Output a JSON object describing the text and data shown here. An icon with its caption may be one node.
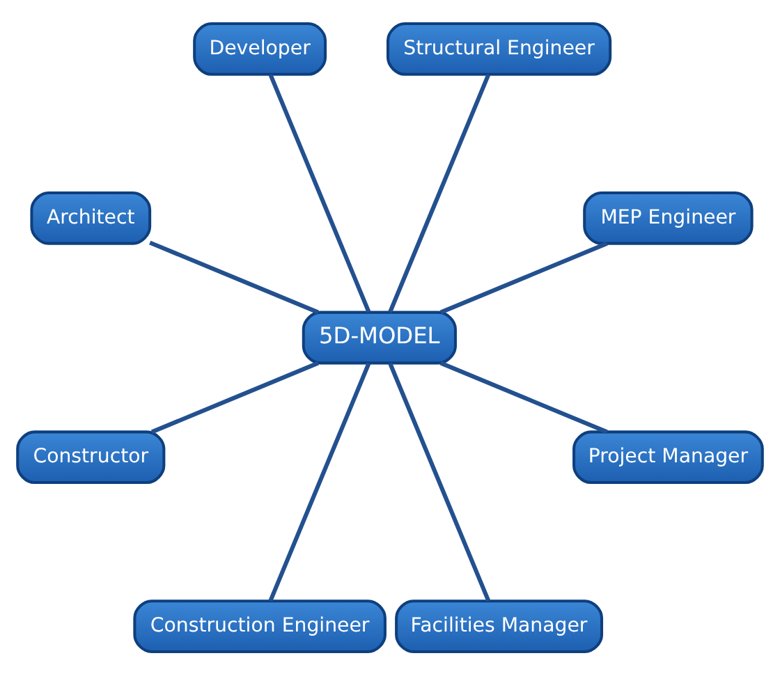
{
  "diagram": {
    "nodes": [
      {
        "text": [
          "MEP Engineer"
        ]
      },
      {
        "text": [
          "Structural Engineer"
        ]
      },
      {
        "text": [
          "Developer"
        ]
      },
      {
        "text": [
          "Architect"
        ]
      },
      {
        "text": [
          "5D-MODEL"
        ]
      },
      {
        "text": [
          "Constructor"
        ]
      },
      {
        "text": [
          "Construction Engineer"
        ]
      },
      {
        "text": [
          "Facilities Manager"
        ]
      },
      {
        "text": [
          "Project Manager"
        ]
      }
    ],
    "edges": [
      {
        "from": 4,
        "to": 0,
        "arrow": "none"
      },
      {
        "from": 4,
        "to": 2,
        "arrow": "none"
      },
      {
        "from": 4,
        "to": 5,
        "arrow": "none"
      },
      {
        "from": 4,
        "to": 7,
        "arrow": "none"
      },
      {
        "from": 4,
        "to": 8,
        "arrow": "none"
      },
      {
        "from": 4,
        "to": 6,
        "arrow": "none"
      },
      {
        "from": 4,
        "to": 3,
        "arrow": "none"
      },
      {
        "from": 4,
        "to": 1,
        "arrow": "none"
      }
    ]
  }
}
